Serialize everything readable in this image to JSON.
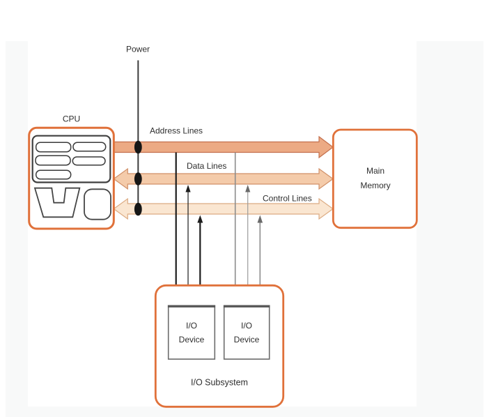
{
  "figure": {
    "power_label": "Power",
    "cpu_label": "CPU",
    "bus_labels": {
      "address": "Address Lines",
      "data": "Data Lines",
      "control": "Control Lines"
    },
    "memory_label": {
      "line1": "Main",
      "line2": "Memory"
    },
    "io_subsystem_label": "I/O Subsystem",
    "io_devices": [
      {
        "line1": "I/O",
        "line2": "Device"
      },
      {
        "line1": "I/O",
        "line2": "Device"
      }
    ]
  },
  "colors": {
    "accent": "#e0713a",
    "address_bus_fill": "#ecaa84",
    "address_bus_stroke": "#c4704d",
    "data_bus_fill": "#f4cbaa",
    "data_bus_stroke": "#d08f67",
    "control_bus_fill": "#fae6d1",
    "control_bus_stroke": "#dcab82",
    "page_background": "#f8f9f9"
  }
}
